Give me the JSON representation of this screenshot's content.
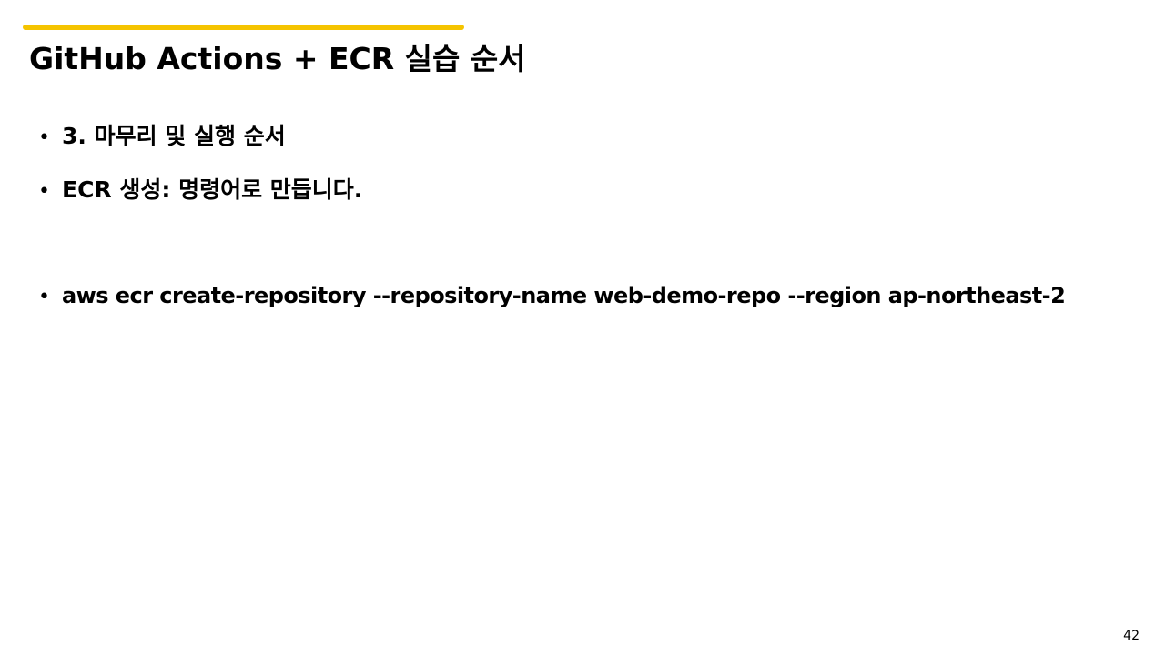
{
  "slide": {
    "title": "GitHub Actions + ECR 실습 순서",
    "accent_color": "#F5C400",
    "bullets": [
      {
        "marker": "•",
        "text": "3. 마무리 및 실행 순서"
      },
      {
        "marker": "•",
        "text": "ECR 생성:  명령어로 만듭니다."
      },
      {
        "marker": "•",
        "text": "aws ecr create-repository --repository-name web-demo-repo --region ap-northeast-2"
      }
    ],
    "page_number": "42"
  }
}
